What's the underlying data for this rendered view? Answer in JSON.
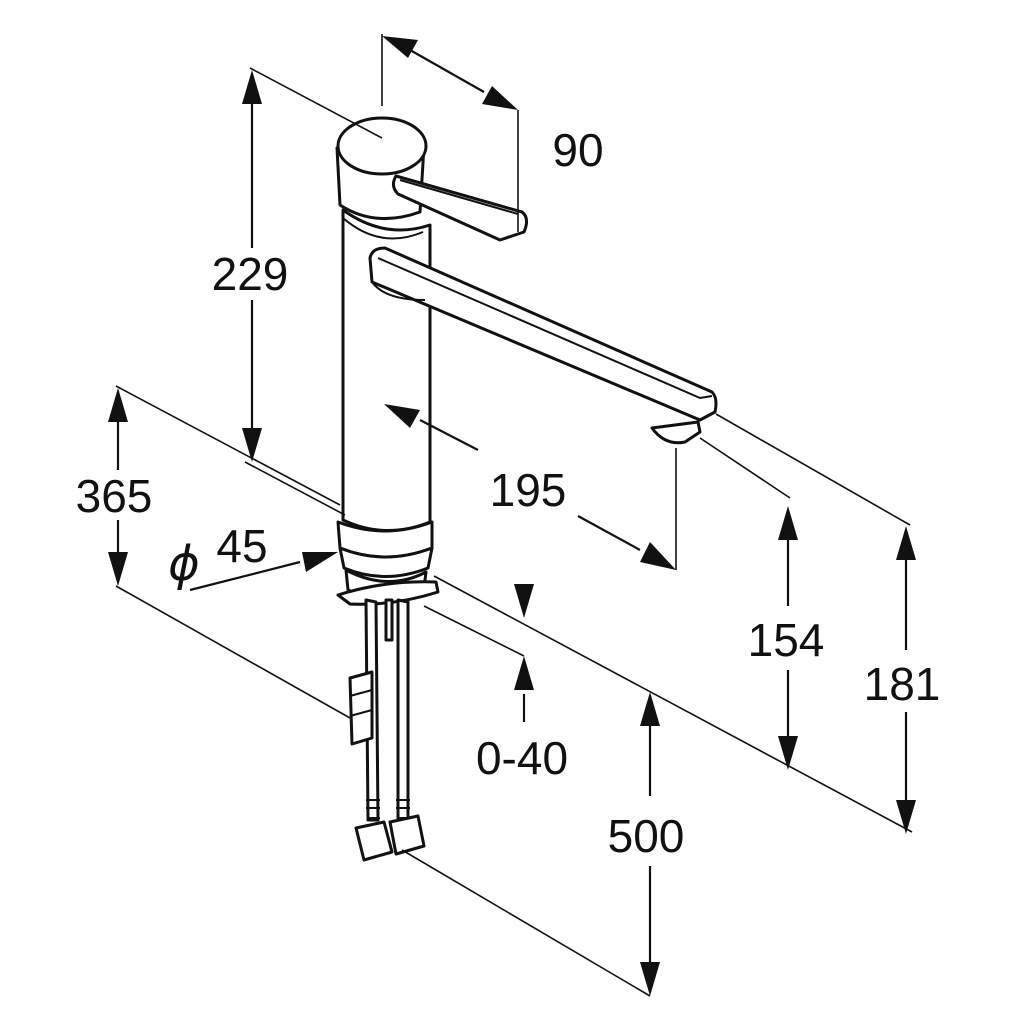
{
  "dimensions": {
    "height_total": "229",
    "height_body": "365",
    "lever_length": "90",
    "spout_reach": "195",
    "diameter_symbol": "ϕ",
    "diameter_value": "45",
    "counter_thickness": "0-40",
    "hose_length": "500",
    "spout_height": "154",
    "spout_top_height": "181"
  }
}
